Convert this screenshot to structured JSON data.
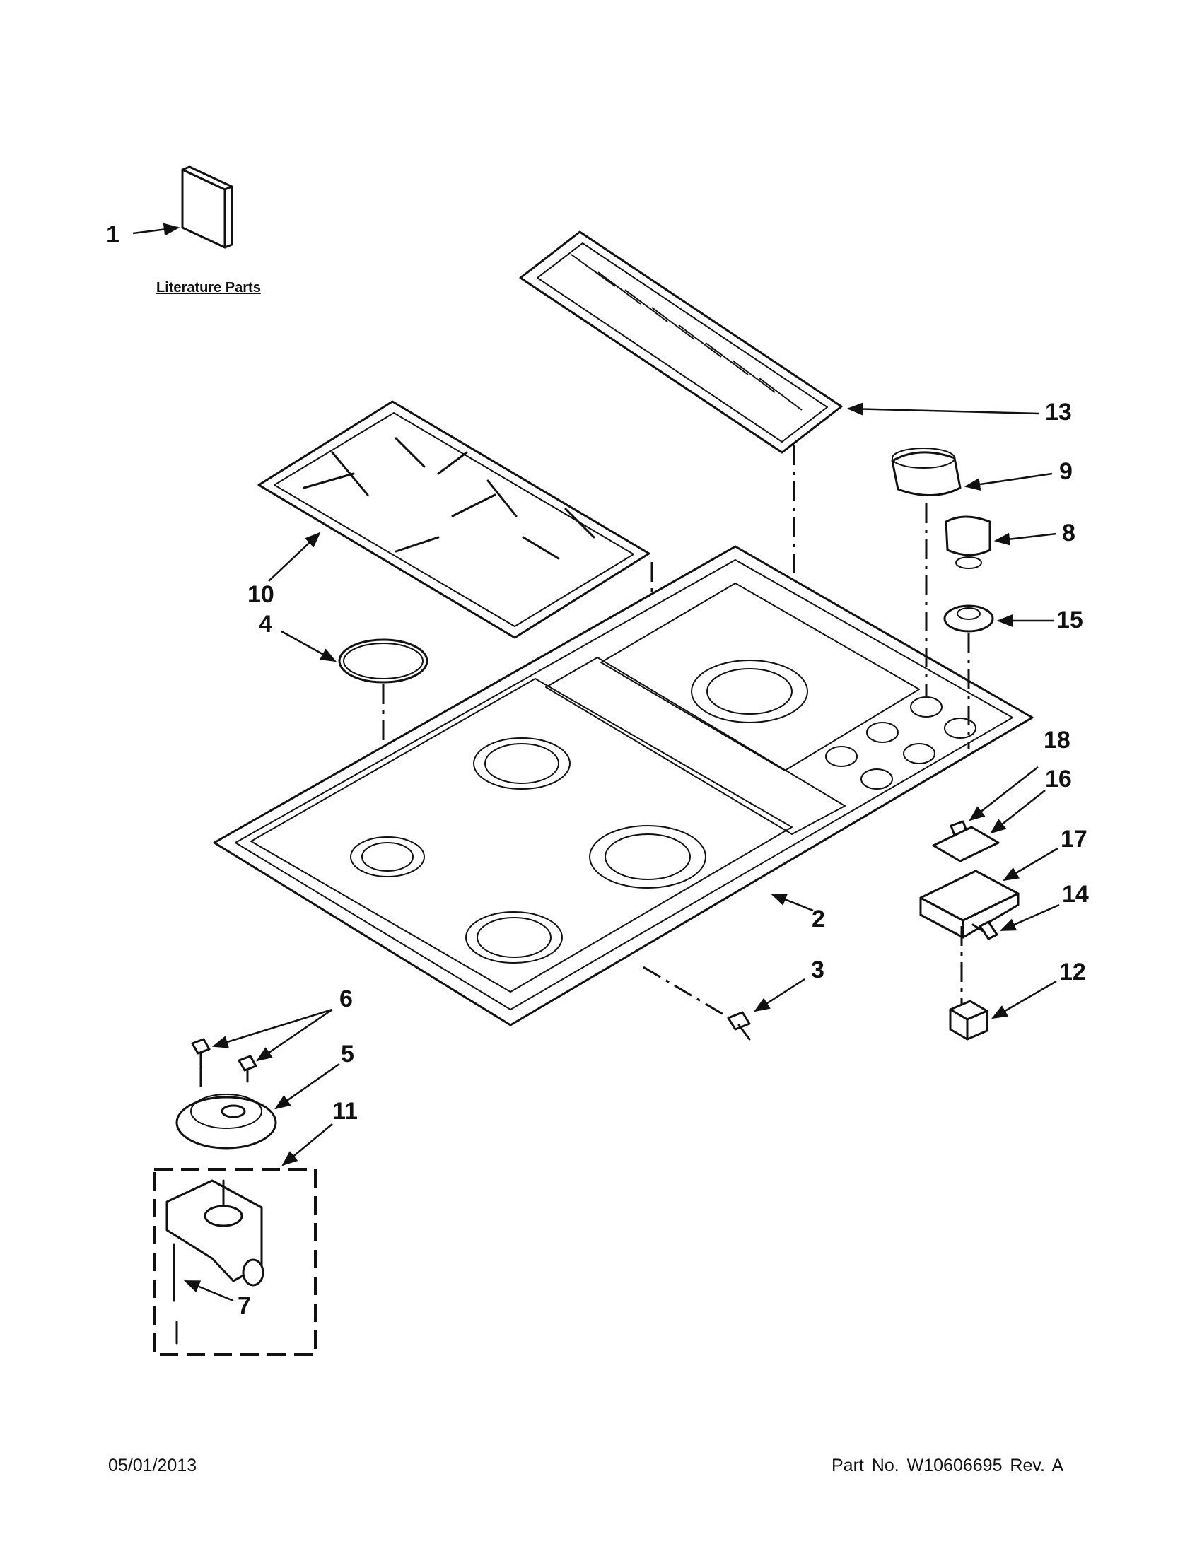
{
  "callouts": {
    "c1": "1",
    "c2": "2",
    "c3": "3",
    "c4": "4",
    "c5": "5",
    "c6": "6",
    "c7": "7",
    "c8": "8",
    "c9": "9",
    "c10": "10",
    "c11": "11",
    "c12": "12",
    "c13": "13",
    "c14": "14",
    "c15": "15",
    "c16": "16",
    "c17": "17",
    "c18": "18"
  },
  "literature_label": "Literature Parts",
  "footer": {
    "date": "05/01/2013",
    "part_number": "Part No.  W10606695  Rev.  A"
  }
}
